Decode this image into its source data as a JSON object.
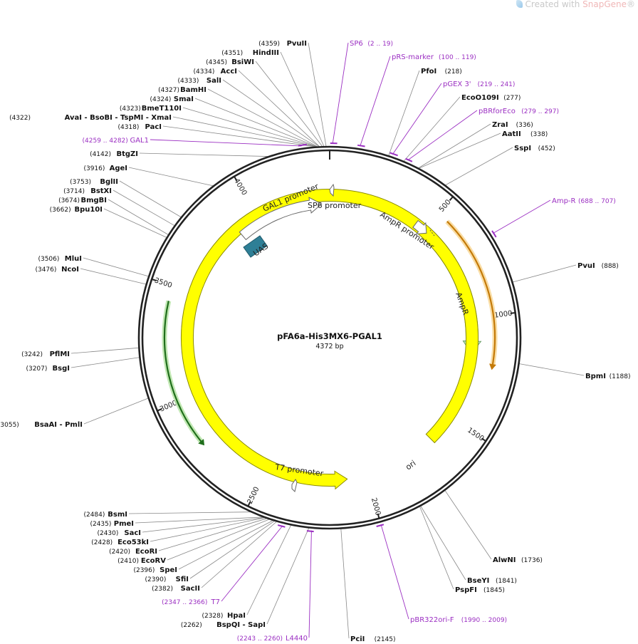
{
  "app": {
    "watermark_prefix": "Created with ",
    "watermark_brand": "SnapGene",
    "watermark_suffix": "®"
  },
  "plasmid": {
    "name": "pFA6a-His3MX6-PGAL1",
    "length_label": "4372 bp",
    "length": 4372,
    "ticks": [
      {
        "pos": 500,
        "label": "500"
      },
      {
        "pos": 1000,
        "label": "1000"
      },
      {
        "pos": 1500,
        "label": "1500"
      },
      {
        "pos": 2000,
        "label": "2000"
      },
      {
        "pos": 2500,
        "label": "2500"
      },
      {
        "pos": 3000,
        "label": "3000"
      },
      {
        "pos": 3500,
        "label": "3500"
      },
      {
        "pos": 4000,
        "label": "4000"
      }
    ]
  },
  "sites": [
    {
      "name": "PvuII",
      "pos_label": "(4359)",
      "pos": 4359
    },
    {
      "name": "HindIII",
      "pos_label": "(4351)",
      "pos": 4351
    },
    {
      "name": "BsiWI",
      "pos_label": "(4345)",
      "pos": 4345
    },
    {
      "name": "AccI",
      "pos_label": "(4334)",
      "pos": 4334
    },
    {
      "name": "SalI",
      "pos_label": "(4333)",
      "pos": 4333
    },
    {
      "name": "BamHI",
      "pos_label": "(4327)",
      "pos": 4327
    },
    {
      "name": "SmaI",
      "pos_label": "(4324)",
      "pos": 4324
    },
    {
      "name": "BmeT110I",
      "pos_label": "(4323)",
      "pos": 4323
    },
    {
      "name": "AvaI  - BsoBI  - TspMI  - XmaI",
      "pos_label": "(4322)",
      "pos": 4322
    },
    {
      "name": "PacI",
      "pos_label": "(4318)",
      "pos": 4318
    },
    {
      "name": "BtgZI",
      "pos_label": "(4142)",
      "pos": 4142
    },
    {
      "name": "AgeI",
      "pos_label": "(3916)",
      "pos": 3916
    },
    {
      "name": "BglII",
      "pos_label": "(3753)",
      "pos": 3753
    },
    {
      "name": "BstXI",
      "pos_label": "(3714)",
      "pos": 3714
    },
    {
      "name": "BmgBI",
      "pos_label": "(3674)",
      "pos": 3674
    },
    {
      "name": "Bpu10I",
      "pos_label": "(3662)",
      "pos": 3662
    },
    {
      "name": "MluI",
      "pos_label": "(3506)",
      "pos": 3506
    },
    {
      "name": "NcoI",
      "pos_label": "(3476)",
      "pos": 3476
    },
    {
      "name": "PflMI",
      "pos_label": "(3242)",
      "pos": 3242
    },
    {
      "name": "BsgI",
      "pos_label": "(3207)",
      "pos": 3207
    },
    {
      "name": "BsaAI  - PmlI",
      "pos_label": "(3055)",
      "pos": 3055
    },
    {
      "name": "BsmI",
      "pos_label": "(2484)",
      "pos": 2484
    },
    {
      "name": "PmeI",
      "pos_label": "(2435)",
      "pos": 2435
    },
    {
      "name": "SacI",
      "pos_label": "(2430)",
      "pos": 2430
    },
    {
      "name": "Eco53kI",
      "pos_label": "(2428)",
      "pos": 2428
    },
    {
      "name": "EcoRI",
      "pos_label": "(2420)",
      "pos": 2420
    },
    {
      "name": "EcoRV",
      "pos_label": "(2410)",
      "pos": 2410
    },
    {
      "name": "SpeI",
      "pos_label": "(2396)",
      "pos": 2396
    },
    {
      "name": "SfiI",
      "pos_label": "(2390)",
      "pos": 2390
    },
    {
      "name": "SacII",
      "pos_label": "(2382)",
      "pos": 2382
    },
    {
      "name": "HpaI",
      "pos_label": "(2328)",
      "pos": 2328
    },
    {
      "name": "BspQI  - SapI",
      "pos_label": "(2262)",
      "pos": 2262
    },
    {
      "name": "PciI",
      "pos_label": "(2145)",
      "pos": 2145
    },
    {
      "name": "PfoI",
      "pos_label": "(218)",
      "pos": 218
    },
    {
      "name": "EcoO109I",
      "pos_label": "(277)",
      "pos": 277
    },
    {
      "name": "ZraI",
      "pos_label": "(336)",
      "pos": 336
    },
    {
      "name": "AatII",
      "pos_label": "(338)",
      "pos": 338
    },
    {
      "name": "SspI",
      "pos_label": "(452)",
      "pos": 452
    },
    {
      "name": "PvuI",
      "pos_label": "(888)",
      "pos": 888
    },
    {
      "name": "BpmI",
      "pos_label": "(1188)",
      "pos": 1188
    },
    {
      "name": "AlwNI",
      "pos_label": "(1736)",
      "pos": 1736
    },
    {
      "name": "BseYI",
      "pos_label": "(1841)",
      "pos": 1841
    },
    {
      "name": "PspFI",
      "pos_label": "(1845)",
      "pos": 1845
    }
  ],
  "primers": [
    {
      "name": "SP6",
      "range": "(2 .. 19)",
      "start": 2,
      "end": 19
    },
    {
      "name": "pRS-marker",
      "range": "(100 .. 119)",
      "start": 100,
      "end": 119
    },
    {
      "name": "pGEX 3'",
      "range": "(219 .. 241)",
      "start": 219,
      "end": 241
    },
    {
      "name": "pBRforEco",
      "range": "(279 .. 297)",
      "start": 279,
      "end": 297
    },
    {
      "name": "Amp-R",
      "range": "(688 .. 707)",
      "start": 688,
      "end": 707
    },
    {
      "name": "pBR322ori-F",
      "range": "(1990 .. 2009)",
      "start": 1990,
      "end": 2009
    },
    {
      "name": "L4440",
      "range": "(2243 .. 2260)",
      "start": 2243,
      "end": 2260
    },
    {
      "name": "T7",
      "range": "(2347 .. 2366)",
      "start": 2347,
      "end": 2366
    },
    {
      "name": "GAL1",
      "range": "(4259 .. 4282)",
      "start": 4259,
      "end": 4282
    }
  ],
  "features": [
    {
      "name": "GAL1 promoter",
      "type": "promoter"
    },
    {
      "name": "SP6 promoter",
      "type": "promoter"
    },
    {
      "name": "AmpR promoter",
      "type": "promoter"
    },
    {
      "name": "AmpR",
      "type": "cds"
    },
    {
      "name": "ori",
      "type": "origin"
    },
    {
      "name": "T7 promoter",
      "type": "promoter"
    },
    {
      "name": "UAS",
      "type": "misc"
    }
  ],
  "colors": {
    "primer": "#9b2fc2",
    "ampr": "#c8f7c5",
    "ampr_stroke": "#6a9e66",
    "ori": "#ffff00",
    "ori_stroke": "#8a8a00",
    "uas": "#2e7f96",
    "orf_orange": "#e59a1b",
    "orf_green": "#2f8a2a"
  }
}
